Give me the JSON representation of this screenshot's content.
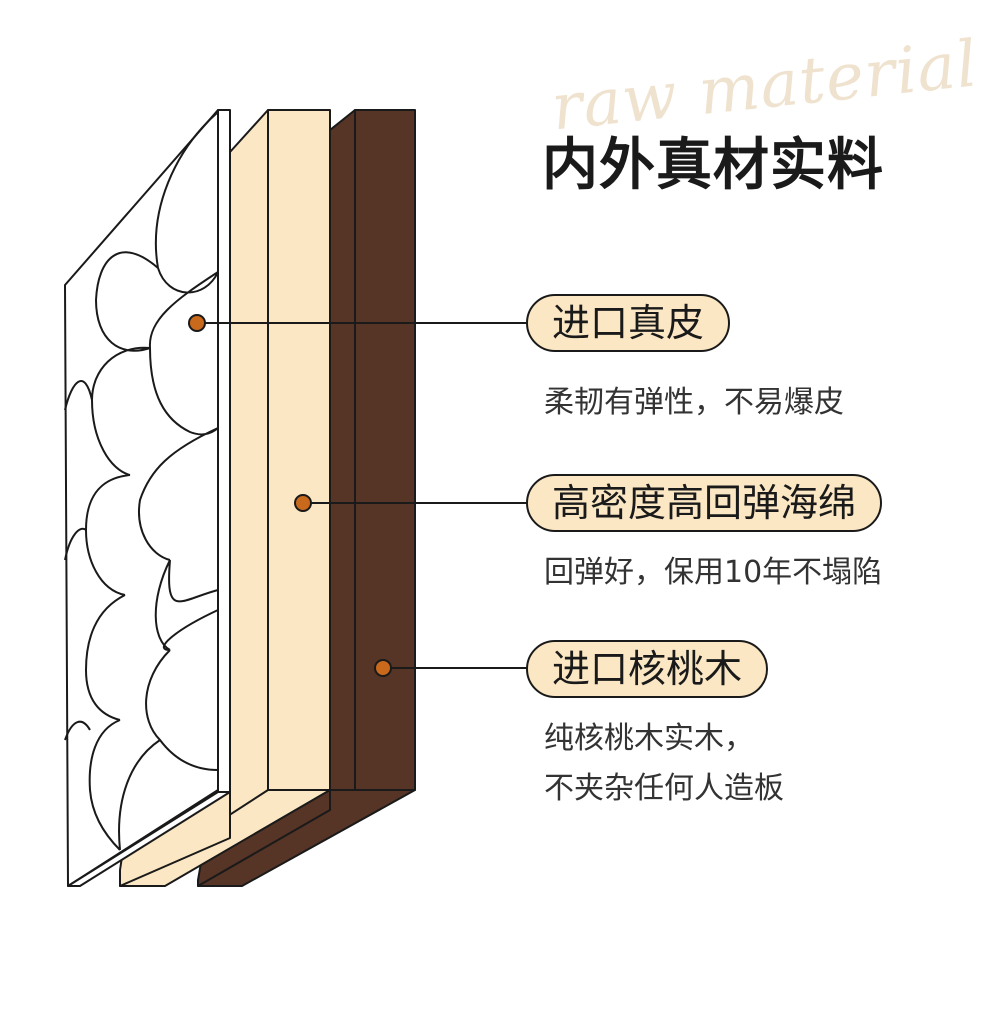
{
  "watermark": "raw material",
  "title": "内外真材实料",
  "colors": {
    "outline": "#1a1a1a",
    "leather": "#ffffff",
    "foam": "#fbe7c4",
    "wood": "#563426",
    "marker": "#c8691c",
    "pill_fill": "#fbe7c4"
  },
  "layers": [
    {
      "label": "进口真皮",
      "description": [
        "柔韧有弹性，不易爆皮"
      ]
    },
    {
      "label": "高密度高回弹海绵",
      "description": [
        "回弹好，保用10年不塌陷"
      ]
    },
    {
      "label": "进口核桃木",
      "description": [
        "纯核桃木实木，",
        "不夹杂任何人造板"
      ]
    }
  ]
}
